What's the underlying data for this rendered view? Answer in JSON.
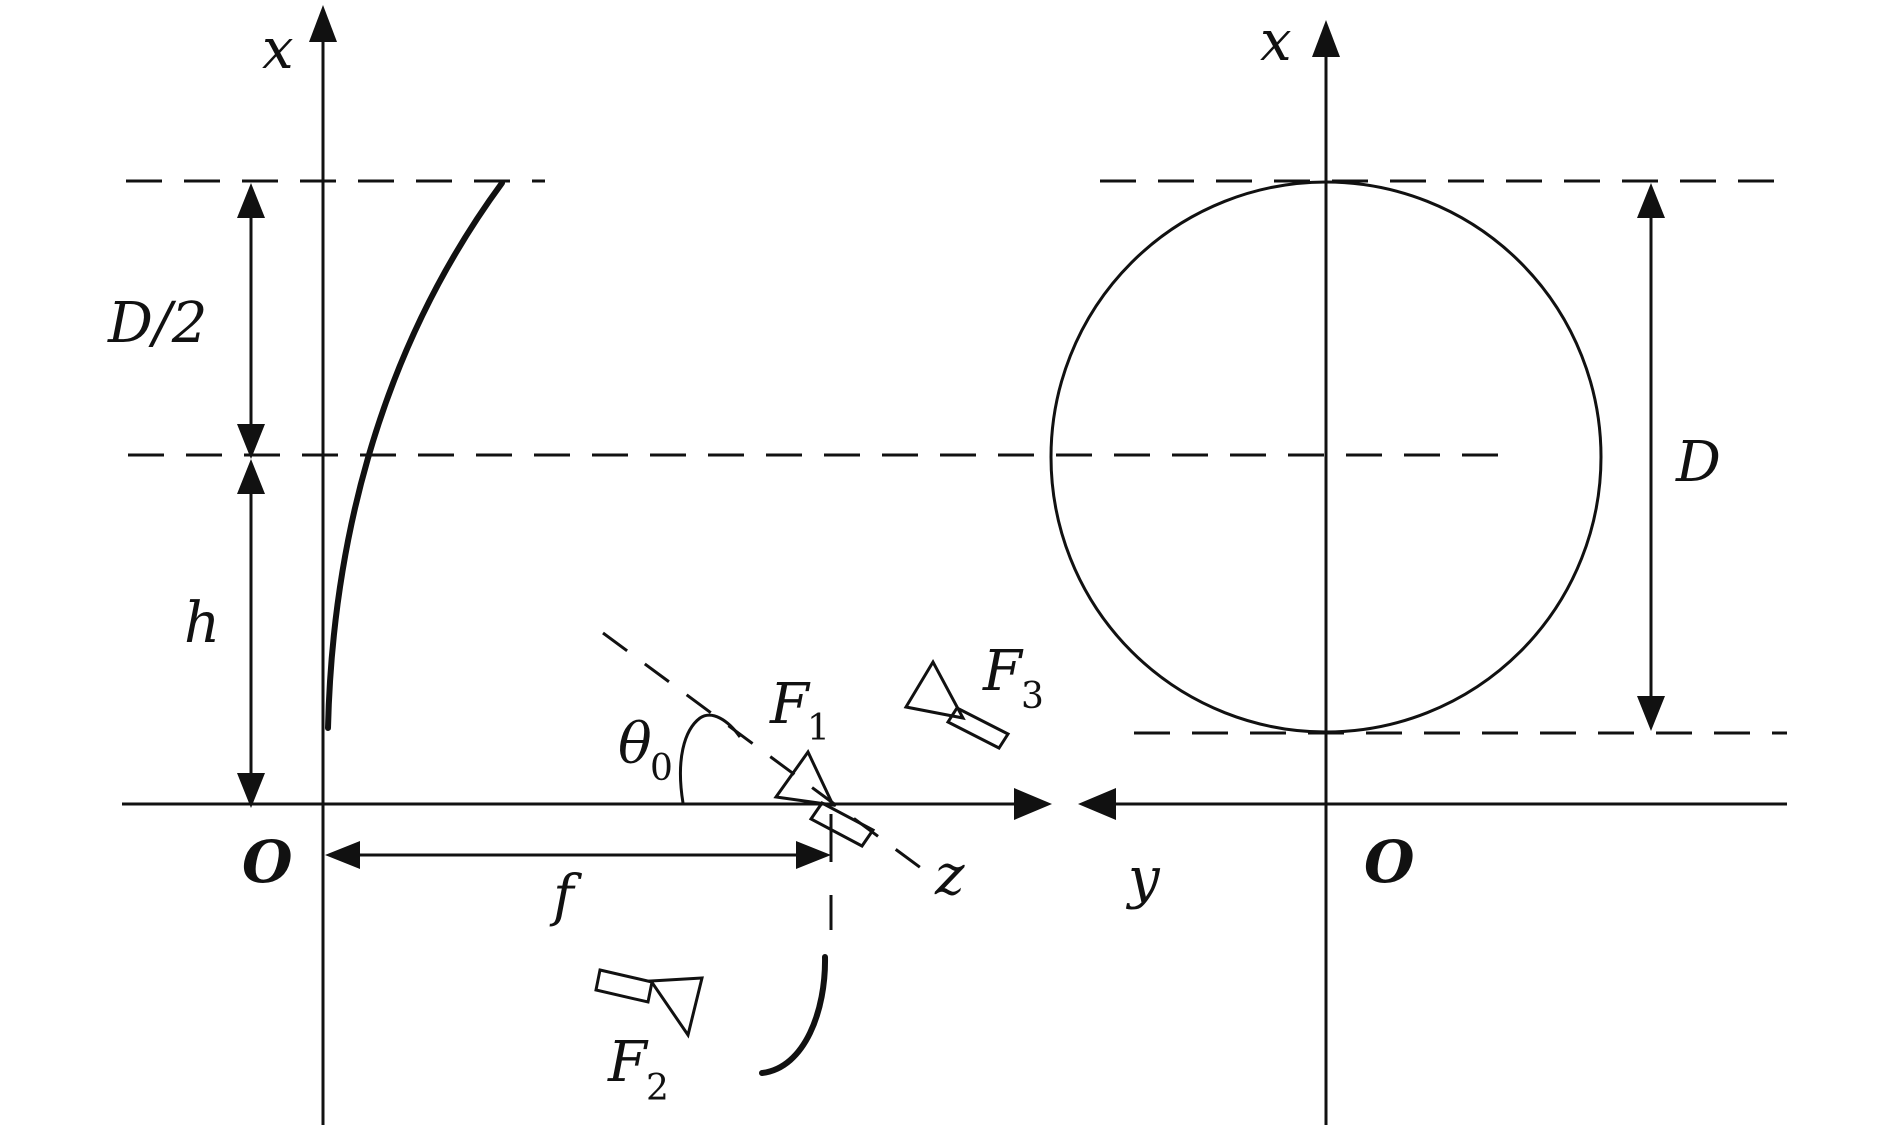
{
  "labels": {
    "x_left": "x",
    "x_right": "x",
    "d_half": "D/2",
    "d": "D",
    "h": "h",
    "theta": "θ",
    "theta_sub": "0",
    "f1": "F",
    "f1_sub": "1",
    "f2": "F",
    "f2_sub": "2",
    "f3": "F",
    "f3_sub": "3",
    "origin_left": "O",
    "origin_right": "O",
    "f": "f",
    "z": "z",
    "y": "y"
  }
}
